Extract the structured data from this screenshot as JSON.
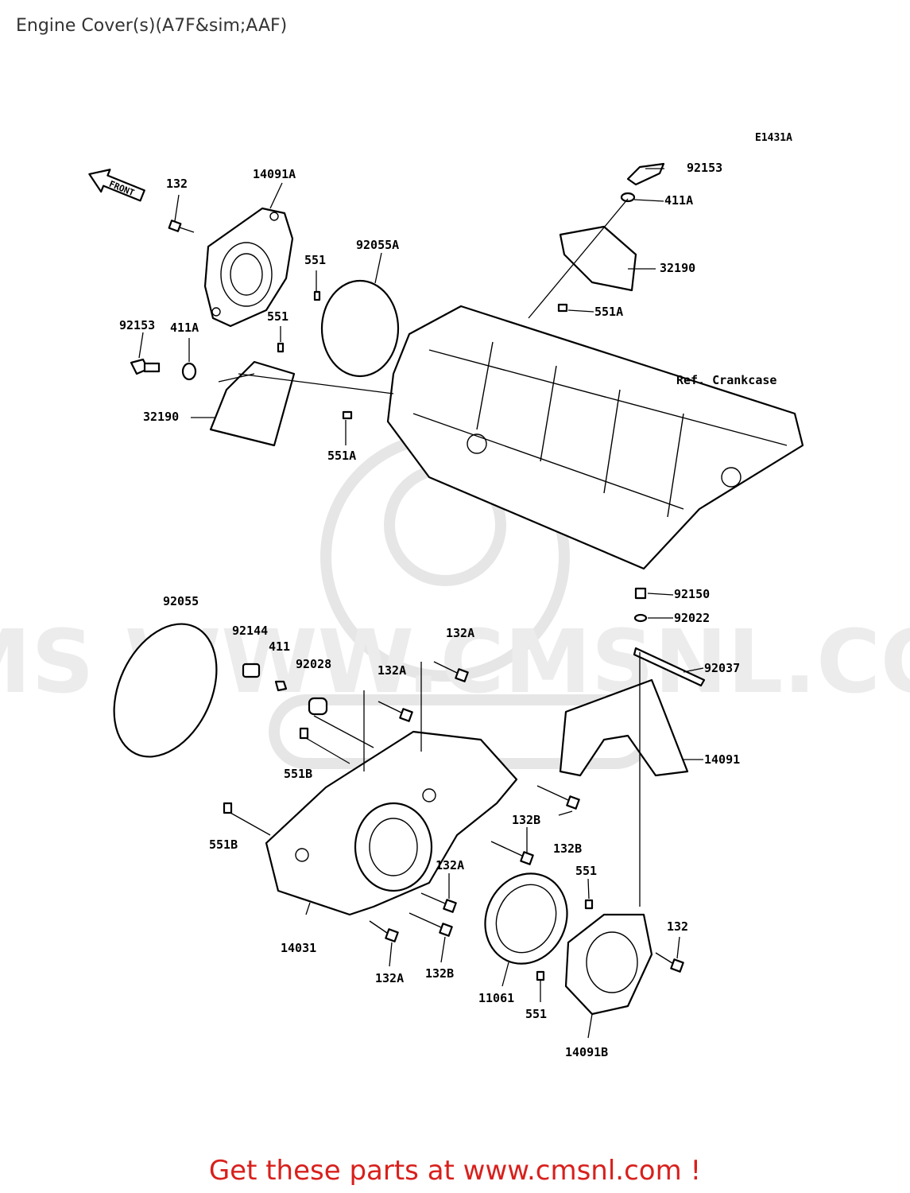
{
  "page": {
    "title": "Engine Cover(s)(A7F&sim;AAF)",
    "diagram_code": "E1431A",
    "banner": "Get these parts at www.cmsnl.com !"
  },
  "front_arrow": {
    "text": "FRONT"
  },
  "watermark": {
    "text": "CMS  WWW.CMSNL.COM"
  },
  "parts": {
    "p92153_top": "92153",
    "p411A_top": "411A",
    "p32190_top": "32190",
    "p551A_top": "551A",
    "p132_top": "132",
    "p14091A": "14091A",
    "p551_a": "551",
    "p551_b": "551",
    "p92055A": "92055A",
    "p92153_left": "92153",
    "p411A_left": "411A",
    "p32190_left": "32190",
    "p551A_mid": "551A",
    "ref_crankcase": "Ref. Crankcase",
    "p92150": "92150",
    "p92022": "92022",
    "p92037": "92037",
    "p14091": "14091",
    "p92055": "92055",
    "p92144": "92144",
    "p411": "411",
    "p92028": "92028",
    "p132A_1": "132A",
    "p132A_2": "132A",
    "p551B_1": "551B",
    "p551B_2": "551B",
    "p132B_1": "132B",
    "p132B_2": "132B",
    "p132A_3": "132A",
    "p551_c": "551",
    "p132_right": "132",
    "p14031": "14031",
    "p132A_4": "132A",
    "p132B_3": "132B",
    "p11061": "11061",
    "p551_d": "551",
    "p14091B": "14091B"
  }
}
